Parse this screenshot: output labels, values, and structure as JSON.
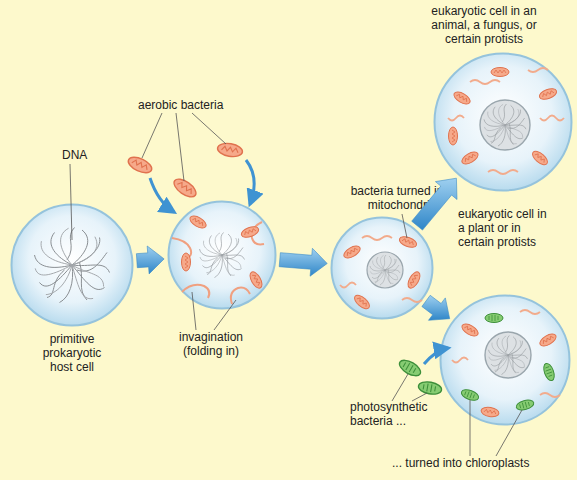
{
  "diagram": {
    "nodes": [
      {
        "text": [
          "primitive prokaryotic host cell"
        ]
      },
      {
        "text": [
          "invagination (folding in)"
        ]
      },
      {
        "text": [
          "bacteria turned into mitochondria"
        ]
      },
      {
        "text": [
          "eukaryotic cell in an animal, a fungus, or certain protists"
        ]
      },
      {
        "text": [
          "eukaryotic cell in a plant or in certain protists"
        ]
      }
    ],
    "edges": [
      {
        "from": 0,
        "to": 1,
        "arrow": "to"
      },
      {
        "from": 1,
        "to": 2,
        "arrow": "to"
      },
      {
        "from": 2,
        "to": 3,
        "arrow": "to"
      },
      {
        "from": 2,
        "to": 4,
        "arrow": "to"
      }
    ],
    "labels": [
      "DNA",
      "aerobic bacteria",
      "photosynthetic bacteria ...",
      "... turned into chloroplasts"
    ]
  }
}
